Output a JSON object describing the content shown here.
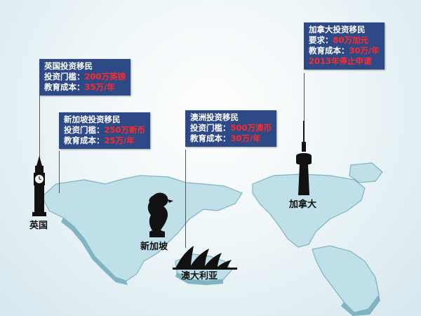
{
  "callouts": {
    "uk": {
      "title": "英国投资移民",
      "threshold_label": "投资门槛：",
      "threshold_value": "200万英镑",
      "cost_label": "教育成本：",
      "cost_value": "35万/年"
    },
    "singapore": {
      "title": "新加坡投资移民",
      "threshold_label": "投资门槛：",
      "threshold_value": "250万新币",
      "cost_label": "教育成本：",
      "cost_value": "25万/年"
    },
    "australia": {
      "title": "澳洲投资移民",
      "threshold_label": "投资门槛：",
      "threshold_value": "500万澳币",
      "cost_label": "教育成本：",
      "cost_value": "30万/年"
    },
    "canada": {
      "title": "加拿大投资移民",
      "req_label": "要求：",
      "req_value": "80万加元",
      "cost_label": "教育成本：",
      "cost_value": "30万/年",
      "note": "2013年停止申请"
    }
  },
  "places": {
    "uk": "英国",
    "singapore": "新加坡",
    "australia": "澳大利亚",
    "canada": "加拿大"
  },
  "colors": {
    "callout_bg": "#2e4a86",
    "highlight": "#ff2a2a",
    "land": "#bfe0e8"
  },
  "icons": [
    "big-ben-icon",
    "merlion-icon",
    "opera-house-icon",
    "cn-tower-icon"
  ]
}
